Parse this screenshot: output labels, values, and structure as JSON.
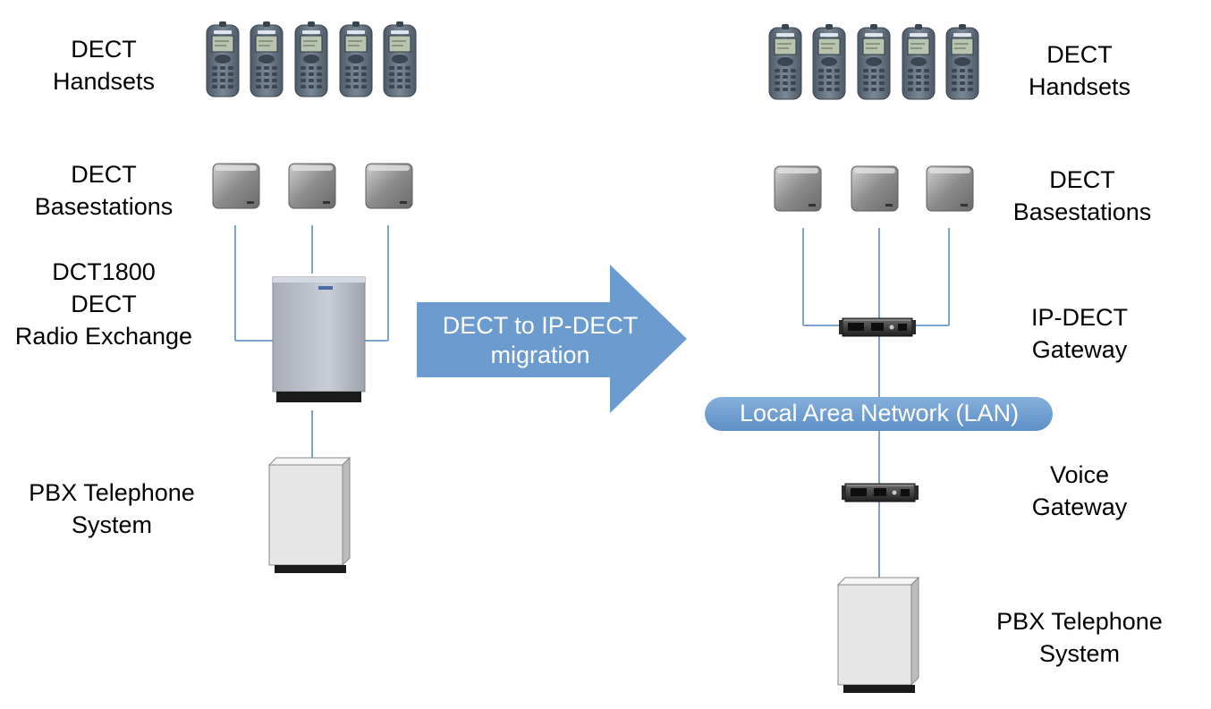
{
  "colors": {
    "connector": "#7ba3cf",
    "accent_blue": "#6c9bd0",
    "handset_body": "#5f6d7b",
    "screen": "#b9c4b0",
    "basestation": "#8f8f8f",
    "cabinet": "#e8e8e8"
  },
  "arrow": {
    "line1": "DECT to IP-DECT",
    "line2": "migration"
  },
  "lan": {
    "label": "Local Area Network (LAN)"
  },
  "left": {
    "handsets": {
      "line1": "DECT",
      "line2": "Handsets"
    },
    "basestations": {
      "line1": "DECT",
      "line2": "Basestations"
    },
    "exchange": {
      "line1": "DCT1800",
      "line2": "DECT",
      "line3": "Radio Exchange"
    },
    "pbx": {
      "line1": "PBX Telephone",
      "line2": "System"
    }
  },
  "right": {
    "handsets": {
      "line1": "DECT",
      "line2": "Handsets"
    },
    "basestations": {
      "line1": "DECT",
      "line2": "Basestations"
    },
    "ipdect": {
      "line1": "IP-DECT",
      "line2": "Gateway"
    },
    "voice": {
      "line1": "Voice",
      "line2": "Gateway"
    },
    "pbx": {
      "line1": "PBX Telephone",
      "line2": "System"
    }
  },
  "icons": {
    "handset": "dect-handset-icon",
    "basestation": "dect-basestation-icon",
    "exchange": "radio-exchange-icon",
    "gateway": "rack-gateway-icon",
    "pbx": "pbx-cabinet-icon"
  }
}
